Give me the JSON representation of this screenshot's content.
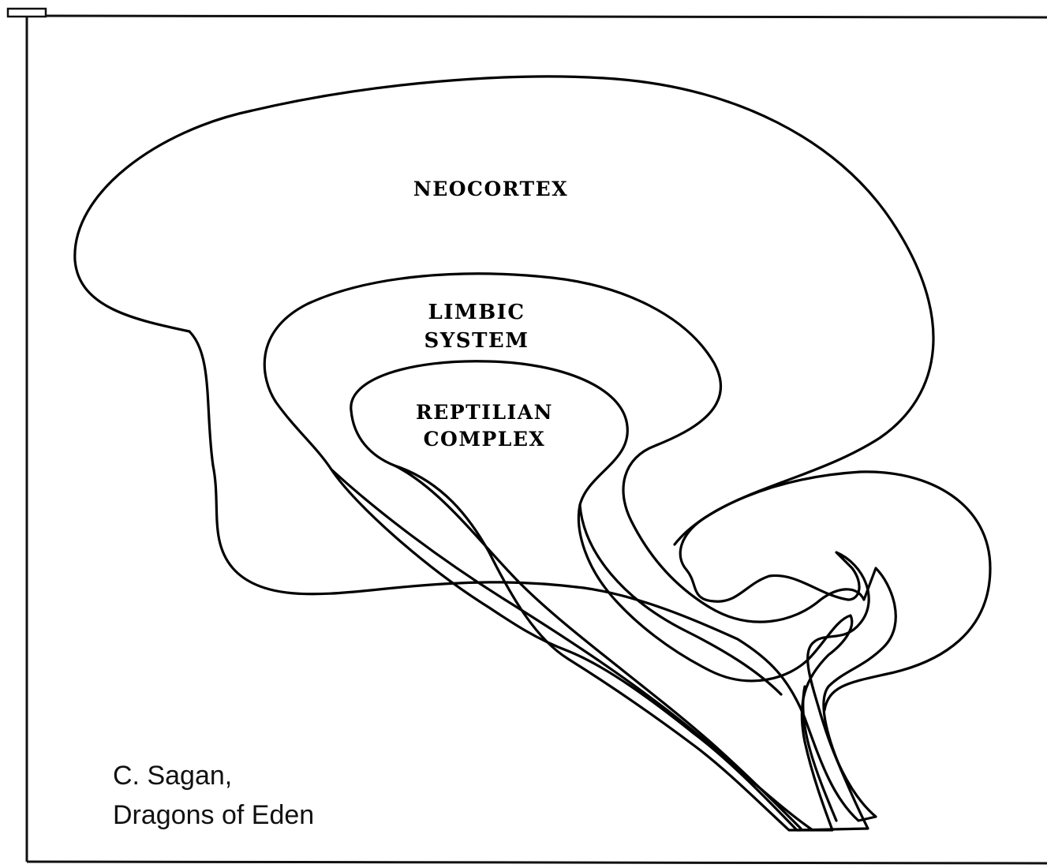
{
  "diagram": {
    "labels": {
      "neocortex": "NEOCORTEX",
      "limbic_line1": "LIMBIC",
      "limbic_line2": "SYSTEM",
      "reptilian_line1": "REPTILIAN",
      "reptilian_line2": "COMPLEX"
    },
    "caption": {
      "line1": "C. Sagan,",
      "line2": "Dragons of Eden"
    },
    "colors": {
      "ink": "#000000",
      "paper": "#ffffff"
    }
  }
}
